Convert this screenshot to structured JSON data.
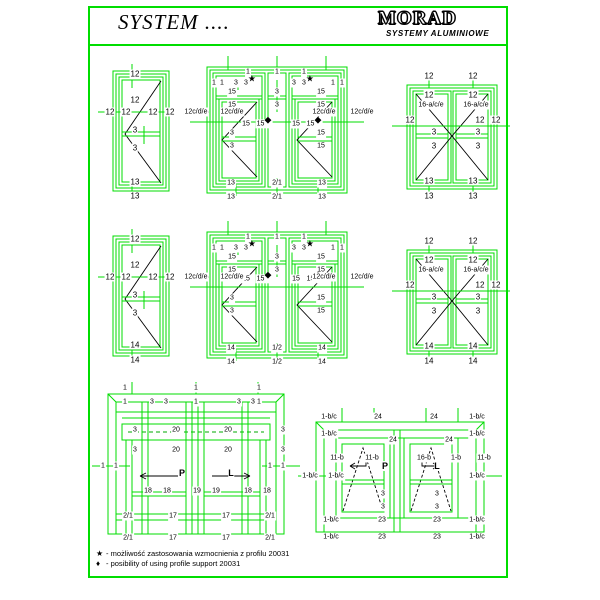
{
  "header": {
    "title": "SYSTEM ....",
    "logo_word": "MORAD",
    "logo_sub": "SYSTEMY ALUMINIOWE"
  },
  "colors": {
    "profile_green": "#00dd00",
    "line_black": "#000000",
    "background": "#ffffff"
  },
  "row1": {
    "window_left": {
      "labels": [
        "12",
        "12",
        "12",
        "12",
        "12",
        "12",
        "3",
        "3",
        "13",
        "13"
      ],
      "side_label": "12c/d/e"
    },
    "window_mid": {
      "top_labels": [
        "1",
        "1",
        "1",
        "1",
        "1",
        "1",
        "1",
        "1"
      ],
      "sash_labels": [
        "3",
        "3",
        "3",
        "3",
        "3",
        "3"
      ],
      "star_labels": [
        "3",
        "3"
      ],
      "mullion_labels": [
        "15",
        "15",
        "15",
        "15",
        "15",
        "15",
        "15",
        "15"
      ],
      "side_labels": [
        "12c/d/e",
        "12c/d/e",
        "12c/d/e",
        "12c/d/e"
      ],
      "bottom_labels": [
        "13",
        "13",
        "13",
        "13"
      ],
      "center_bottom": [
        "2/1",
        "2/1"
      ],
      "diamond_labels": [
        "15",
        "15"
      ]
    },
    "window_right": {
      "top_labels": [
        "12",
        "12",
        "12",
        "12"
      ],
      "glazing_labels": [
        "16-a/c/e",
        "16-a/c/e"
      ],
      "side_labels": [
        "12",
        "12",
        "12",
        "12"
      ],
      "mid_labels": [
        "3",
        "3",
        "3",
        "3"
      ],
      "bottom_labels": [
        "13",
        "13",
        "13",
        "13"
      ]
    }
  },
  "row2": {
    "window_left": {
      "labels": [
        "12",
        "12",
        "12",
        "12",
        "12",
        "12",
        "3",
        "3",
        "14",
        "14"
      ],
      "side_label": "12c/d/e"
    },
    "window_mid": {
      "top_labels": [
        "1",
        "1",
        "1",
        "1",
        "1",
        "1",
        "1",
        "1"
      ],
      "sash_labels": [
        "3",
        "3",
        "3",
        "3",
        "3",
        "3"
      ],
      "star_labels": [
        "3",
        "3"
      ],
      "mullion_labels": [
        "15",
        "15",
        "15",
        "15",
        "15",
        "15",
        "15",
        "15"
      ],
      "side_labels": [
        "12c/d/e",
        "12c/d/e",
        "12c/d/e",
        "12c/d/e"
      ],
      "bottom_labels": [
        "14",
        "14",
        "14",
        "14"
      ],
      "center_bottom": [
        "1/2",
        "1/2"
      ],
      "diamond_labels": [
        "15",
        "15"
      ]
    },
    "window_right": {
      "top_labels": [
        "12",
        "12",
        "12",
        "12"
      ],
      "glazing_labels": [
        "16-a/c/e",
        "16-a/c/e"
      ],
      "side_labels": [
        "12",
        "12",
        "12",
        "12"
      ],
      "mid_labels": [
        "3",
        "3",
        "3",
        "3"
      ],
      "bottom_labels": [
        "14",
        "14",
        "14",
        "14"
      ]
    }
  },
  "row3": {
    "detail_left": {
      "top_labels": [
        "1",
        "1",
        "1",
        "1",
        "1",
        "1"
      ],
      "upper_labels": [
        "3",
        "3",
        "3",
        "3",
        "3",
        "3",
        "3",
        "3"
      ],
      "transom_labels": [
        "20",
        "20",
        "20",
        "20"
      ],
      "side_labels": [
        "1",
        "1",
        "1",
        "1"
      ],
      "rail_labels": [
        "18",
        "18",
        "19",
        "19",
        "18",
        "18"
      ],
      "lower_labels": [
        "17",
        "17",
        "17",
        "17"
      ],
      "corner_labels": [
        "2/1",
        "2/1",
        "2/1",
        "2/1"
      ],
      "arrow_right": "P",
      "arrow_left": "L"
    },
    "detail_right": {
      "top_labels": [
        "1-b/c",
        "24",
        "24",
        "1-b/c"
      ],
      "inner_top_labels": [
        "1-b/c",
        "24",
        "24",
        "1-b/c"
      ],
      "mid_labels": [
        "11-b",
        "11-b",
        "16-b",
        "1-b",
        "11-b"
      ],
      "glazing_labels": [
        "16-b"
      ],
      "side_labels": [
        "1-b/c",
        "1-b/c",
        "1-b/c",
        "1-b/c"
      ],
      "sash_labels": [
        "3",
        "3",
        "3",
        "3"
      ],
      "bottom_labels": [
        "23",
        "23",
        "23",
        "23"
      ],
      "corner_labels": [
        "1-b/c",
        "1-b/c",
        "1-b/c",
        "1-b/c"
      ],
      "arrow_right": "P",
      "arrow_left": "L"
    }
  },
  "notes": [
    {
      "bullet": "★",
      "text": "- możliwość zastosowania wzmocnienia z profilu 20031"
    },
    {
      "bullet": "♦",
      "text": "- posibility  of using profile support 20031"
    }
  ]
}
